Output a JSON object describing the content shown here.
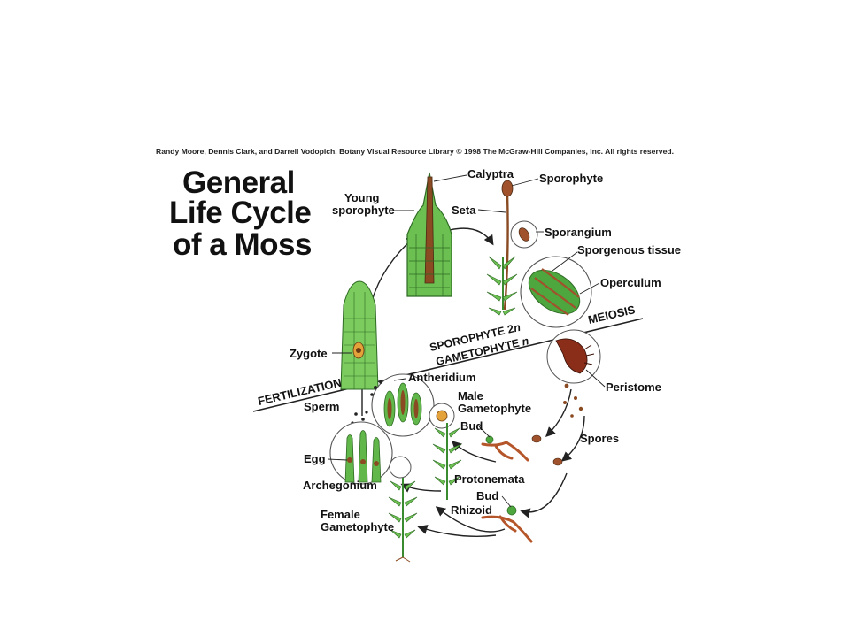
{
  "credit": "Randy Moore, Dennis Clark, and Darrell Vodopich, Botany Visual Resource Library © 1998 The McGraw-Hill Companies, Inc. All rights reserved.",
  "title": {
    "line1": "General",
    "line2": "Life Cycle",
    "line3": "of a Moss"
  },
  "labels": {
    "calyptra": "Calyptra",
    "sporophyte": "Sporophyte",
    "young_sporophyte_1": "Young",
    "young_sporophyte_2": "sporophyte",
    "seta": "Seta",
    "sporangium": "Sporangium",
    "sporogenous_tissue": "Sporgenous tissue",
    "operculum": "Operculum",
    "meiosis": "MEIOSIS",
    "sporophyte_2n": "SPOROPHYTE 2",
    "sporophyte_2n_italic": "n",
    "gametophyte_n": "GAMETOPHYTE ",
    "gametophyte_n_italic": "n",
    "zygote": "Zygote",
    "peristome": "Peristome",
    "fertilization": "FERTILIZATION",
    "antheridium": "Antheridium",
    "sperm": "Sperm",
    "male_gametophyte_1": "Male",
    "male_gametophyte_2": "Gametophyte",
    "bud_upper": "Bud",
    "spores": "Spores",
    "egg": "Egg",
    "archegonium": "Archegonium",
    "protonemata": "Protonemata",
    "bud_lower": "Bud",
    "rhizoid": "Rhizoid",
    "female_gametophyte_1": "Female",
    "female_gametophyte_2": "Gametophyte"
  },
  "colors": {
    "leaf_green": "#5cb84a",
    "dark_green": "#2f7d2a",
    "brown": "#8a4a22",
    "rust": "#b5552a",
    "outline": "#333333"
  }
}
